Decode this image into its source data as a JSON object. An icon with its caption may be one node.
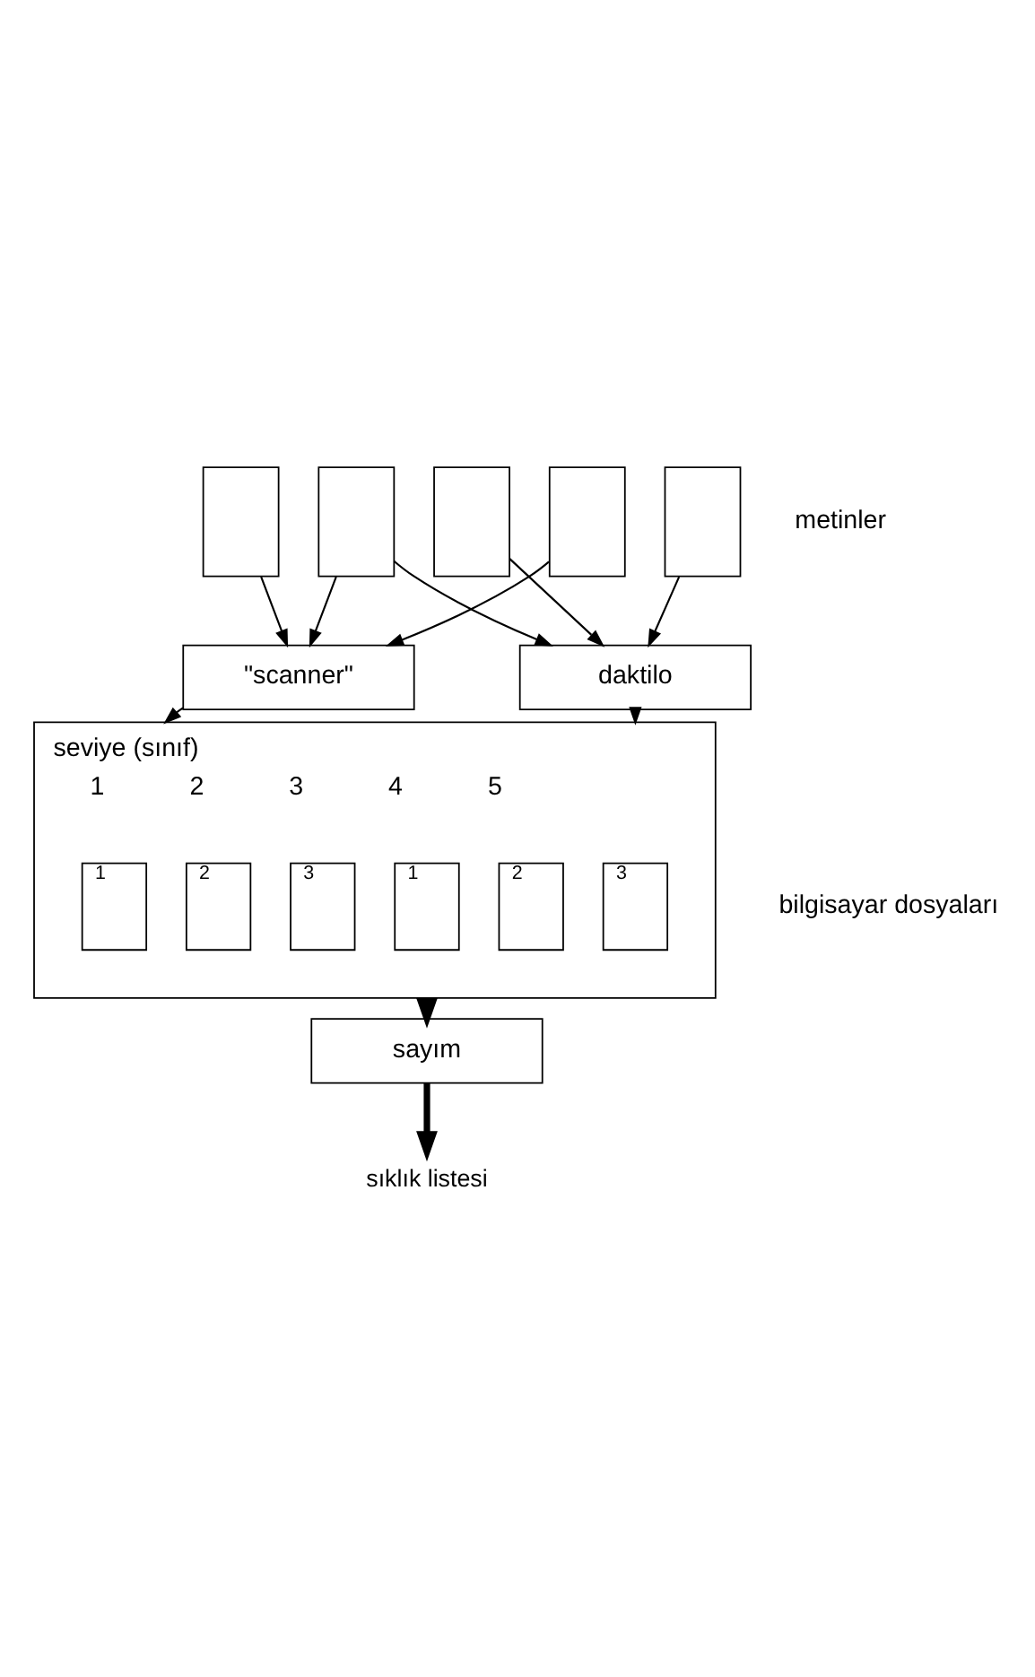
{
  "diagram": {
    "nodes": [
      {
        "text": [],
        "shape": "box"
      },
      {
        "text": [],
        "shape": "box"
      },
      {
        "text": [],
        "shape": "box"
      },
      {
        "text": [],
        "shape": "box"
      },
      {
        "text": [],
        "shape": "box"
      },
      {
        "text": [
          "\"scanner\""
        ]
      },
      {
        "text": [
          "daktilo"
        ]
      },
      {
        "text": [
          "seviye (sınıf)",
          "1",
          "2",
          "3",
          "4",
          "5"
        ],
        "beside": [
          "bilgisayar dosyaları"
        ]
      },
      {
        "text": [
          "1"
        ],
        "in": 7
      },
      {
        "text": [
          "2"
        ],
        "in": 7
      },
      {
        "text": [
          "3"
        ],
        "in": 7
      },
      {
        "text": [
          "1"
        ],
        "in": 7
      },
      {
        "text": [
          "2"
        ],
        "in": 7
      },
      {
        "text": [
          "3"
        ],
        "in": 7
      },
      {
        "text": [
          "sayım"
        ]
      },
      {
        "text": [
          "sıklık listesi"
        ]
      }
    ],
    "edges": [
      {
        "from": 0,
        "to": 5,
        "arrow": "to"
      },
      {
        "from": 1,
        "to": 5,
        "arrow": "to"
      },
      {
        "from": 1,
        "to": 6,
        "arrow": "to"
      },
      {
        "from": 2,
        "to": 6,
        "arrow": "to"
      },
      {
        "from": 3,
        "to": 5,
        "arrow": "to"
      },
      {
        "from": 4,
        "to": 6,
        "arrow": "to"
      },
      {
        "from": 5,
        "to": 7,
        "arrow": "to"
      },
      {
        "from": 6,
        "to": 7,
        "arrow": "to"
      },
      {
        "from": 7,
        "to": 14,
        "arrow": "to",
        "style": "thick"
      },
      {
        "from": 14,
        "to": 15,
        "arrow": "to",
        "style": "thick"
      }
    ],
    "labels": [
      "metinler"
    ]
  }
}
